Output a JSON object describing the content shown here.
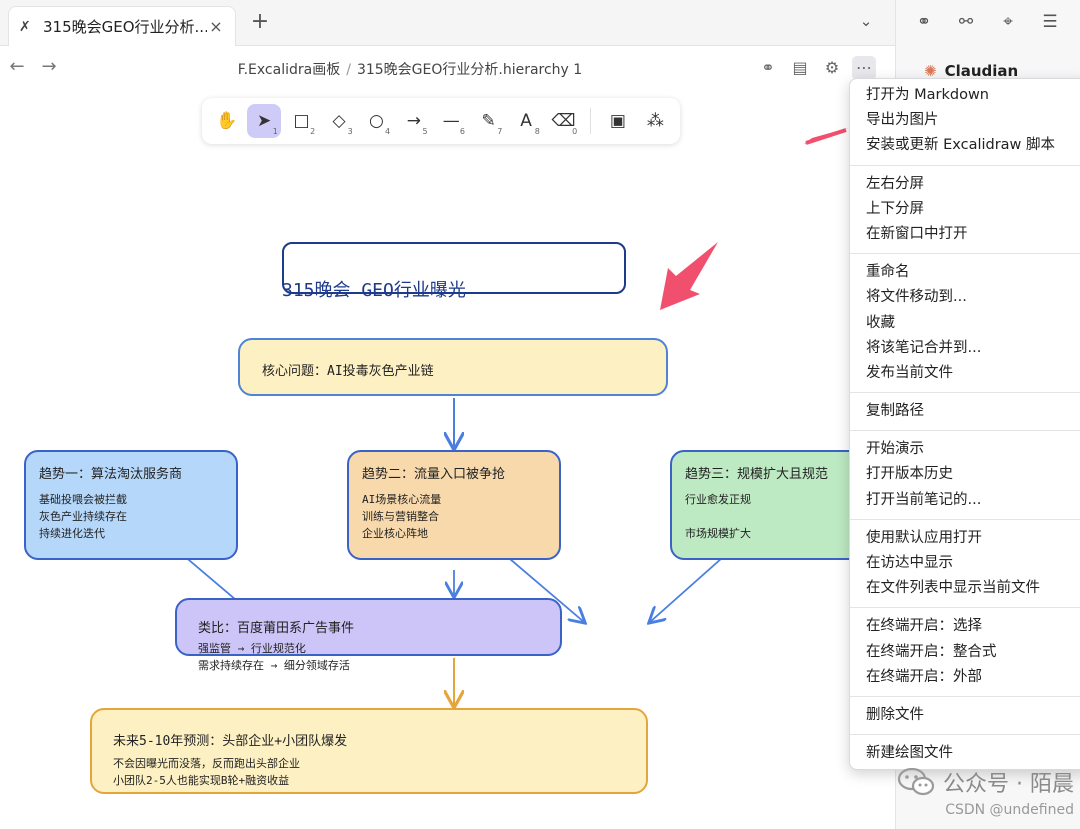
{
  "tab": {
    "label": "315晚会GEO行业分析....",
    "close": "×"
  },
  "new_tab": "+",
  "tab_dropdown": "⌄",
  "breadcrumb": {
    "folder": "F.Excalidra画板",
    "sep": "/",
    "file": "315晚会GEO行业分析.hierarchy 1"
  },
  "icons": {
    "tab": "excalidraw-icon",
    "back": "arrow-left-icon",
    "forward": "arrow-right-icon",
    "link": "link-icon",
    "save": "save-icon",
    "settings": "gear-icon",
    "more": "more-icon"
  },
  "right_panel": {
    "title": "Claudian"
  },
  "toolbar": {
    "tools": [
      {
        "name": "hand",
        "glyph": "✋",
        "key": ""
      },
      {
        "name": "selection",
        "glyph": "➤",
        "key": "1"
      },
      {
        "name": "rectangle",
        "glyph": "□",
        "key": "2"
      },
      {
        "name": "diamond",
        "glyph": "◇",
        "key": "3"
      },
      {
        "name": "ellipse",
        "glyph": "○",
        "key": "4"
      },
      {
        "name": "arrow",
        "glyph": "→",
        "key": "5"
      },
      {
        "name": "line",
        "glyph": "—",
        "key": "6"
      },
      {
        "name": "draw",
        "glyph": "✎",
        "key": "7"
      },
      {
        "name": "text",
        "glyph": "A",
        "key": "8"
      },
      {
        "name": "eraser",
        "glyph": "⌫",
        "key": "0"
      },
      {
        "name": "image",
        "glyph": "▣",
        "key": ""
      },
      {
        "name": "library",
        "glyph": "⁂",
        "key": ""
      }
    ]
  },
  "canvas": {
    "title": "315晚会 GEO行业曝光",
    "core": "核心问题：AI投毒灰色产业链",
    "trend1": {
      "title": "趋势一：算法淘汰服务商",
      "lines": [
        "基础投喂会被拦截",
        "灰色产业持续存在",
        "持续进化迭代"
      ]
    },
    "trend2": {
      "title": "趋势二：流量入口被争抢",
      "lines": [
        "AI场景核心流量",
        "训练与营销整合",
        "企业核心阵地"
      ]
    },
    "trend3": {
      "title": "趋势三：规模扩大且规范",
      "lines": [
        "行业愈发正规",
        "市场规模扩大"
      ]
    },
    "analog": {
      "title": "类比：百度莆田系广告事件",
      "lines": [
        "强监管 → 行业规范化",
        "需求持续存在 → 细分领域存活"
      ]
    },
    "future": {
      "title": "未来5-10年预测：头部企业+小团队爆发",
      "lines": [
        "不会因曝光而没落，反而跑出头部企业",
        "小团队2-5人也能实现B轮+融资收益"
      ]
    }
  },
  "menu": {
    "groups": [
      [
        "打开为 Markdown",
        "导出为图片",
        "安装或更新 Excalidraw 脚本"
      ],
      [
        "左右分屏",
        "上下分屏",
        "在新窗口中打开"
      ],
      [
        "重命名",
        "将文件移动到...",
        "收藏",
        "将该笔记合并到...",
        "发布当前文件"
      ],
      [
        "复制路径"
      ],
      [
        "开始演示",
        "打开版本历史",
        "打开当前笔记的..."
      ],
      [
        "使用默认应用打开",
        "在访达中显示",
        "在文件列表中显示当前文件"
      ],
      [
        "在终端开启：选择",
        "在终端开启：整合式",
        "在终端开启：外部"
      ],
      [
        "删除文件"
      ],
      [
        "新建绘图文件"
      ]
    ]
  },
  "watermark": {
    "line1": "公众号 · 陌晨",
    "line2": "CSDN @undefined"
  },
  "colors": {
    "annotation_arrow": "#f0506e",
    "connector": "#4a7fe0",
    "connector_orange": "#e6a53a"
  }
}
